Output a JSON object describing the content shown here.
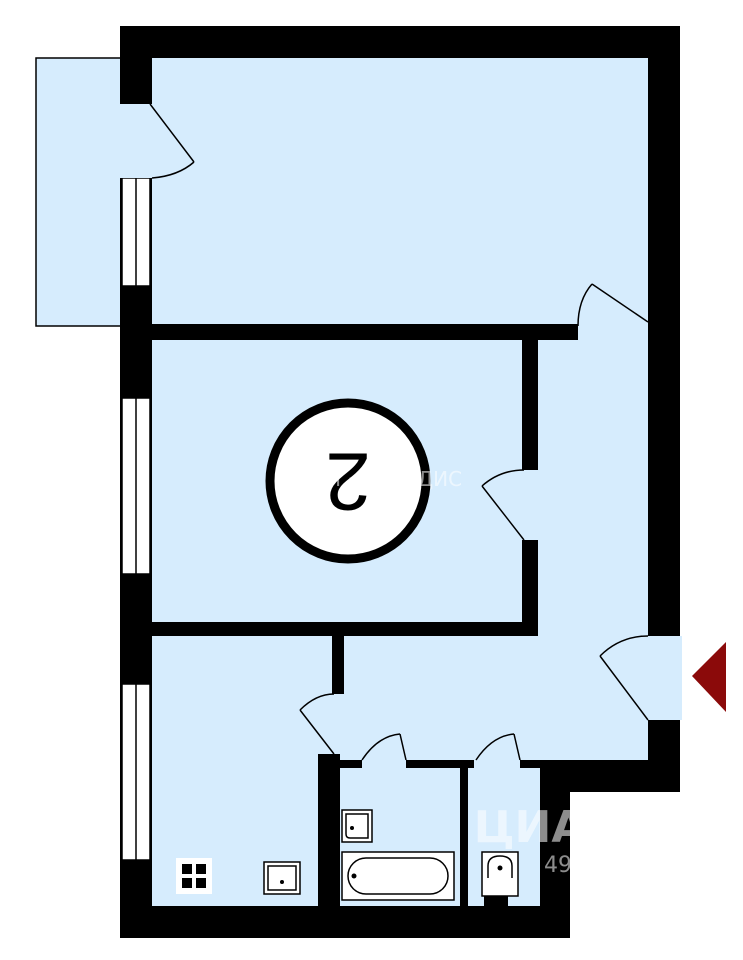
{
  "room_count_label": "2",
  "entrance_color": "#8b0a0a",
  "room_color": "#d6ecfd",
  "wall_color": "#000000",
  "watermarks": {
    "center": "ЦИАН · ИНВАДИС",
    "bottom_right": "ЦИАН",
    "bottom_right_number": "49"
  }
}
